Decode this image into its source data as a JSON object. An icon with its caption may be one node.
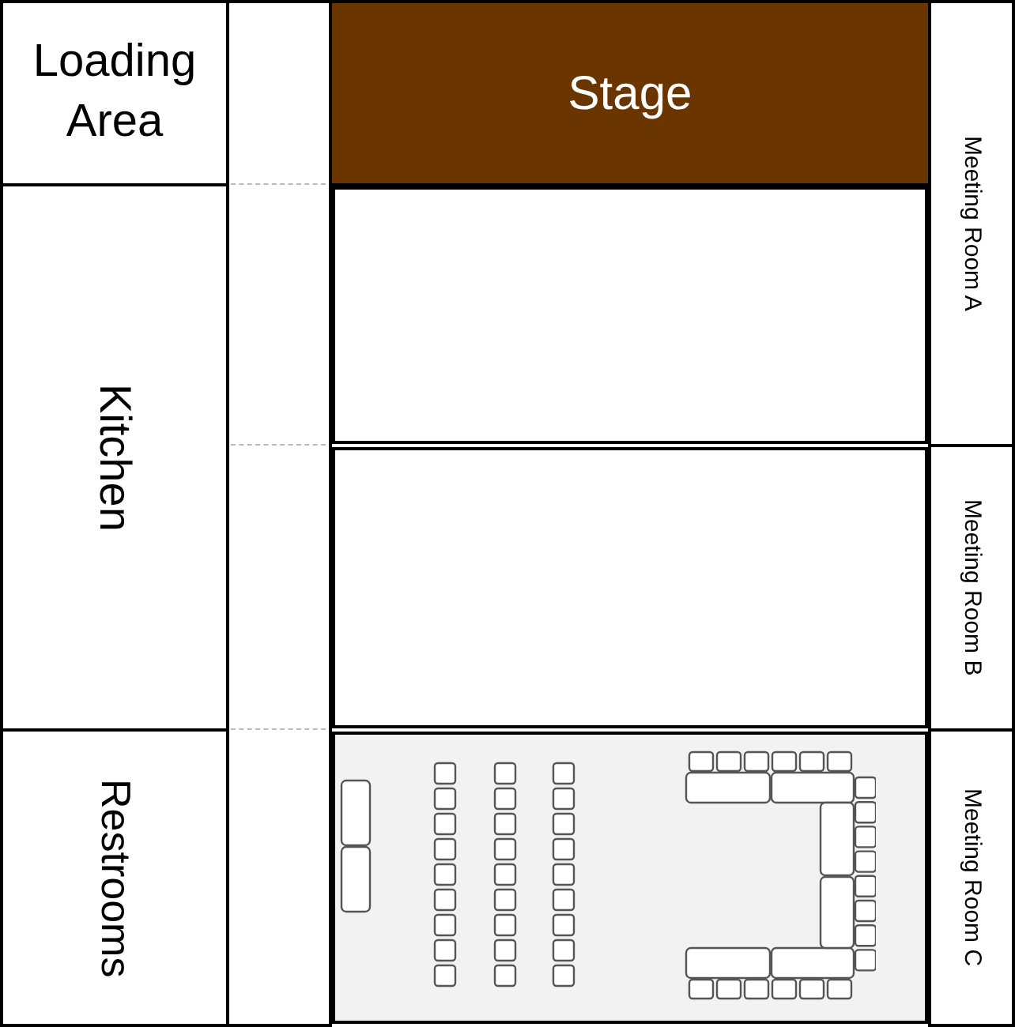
{
  "diagram": {
    "nodes": [
      {
        "text": [
          "Loading Area"
        ]
      },
      {
        "text": [],
        "shape": "box"
      },
      {
        "text": [
          "Stage"
        ]
      },
      {
        "text": [
          "Meeting Room A"
        ]
      },
      {
        "text": [
          "Kitchen"
        ]
      },
      {
        "text": [],
        "shape": "box"
      },
      {
        "text": [],
        "shape": "box"
      },
      {
        "text": [
          "Meeting Room B"
        ]
      },
      {
        "text": [
          "Restrooms"
        ]
      },
      {
        "text": [],
        "shape": "box"
      },
      {
        "text": [
          "Meeting Room C"
        ]
      }
    ]
  }
}
